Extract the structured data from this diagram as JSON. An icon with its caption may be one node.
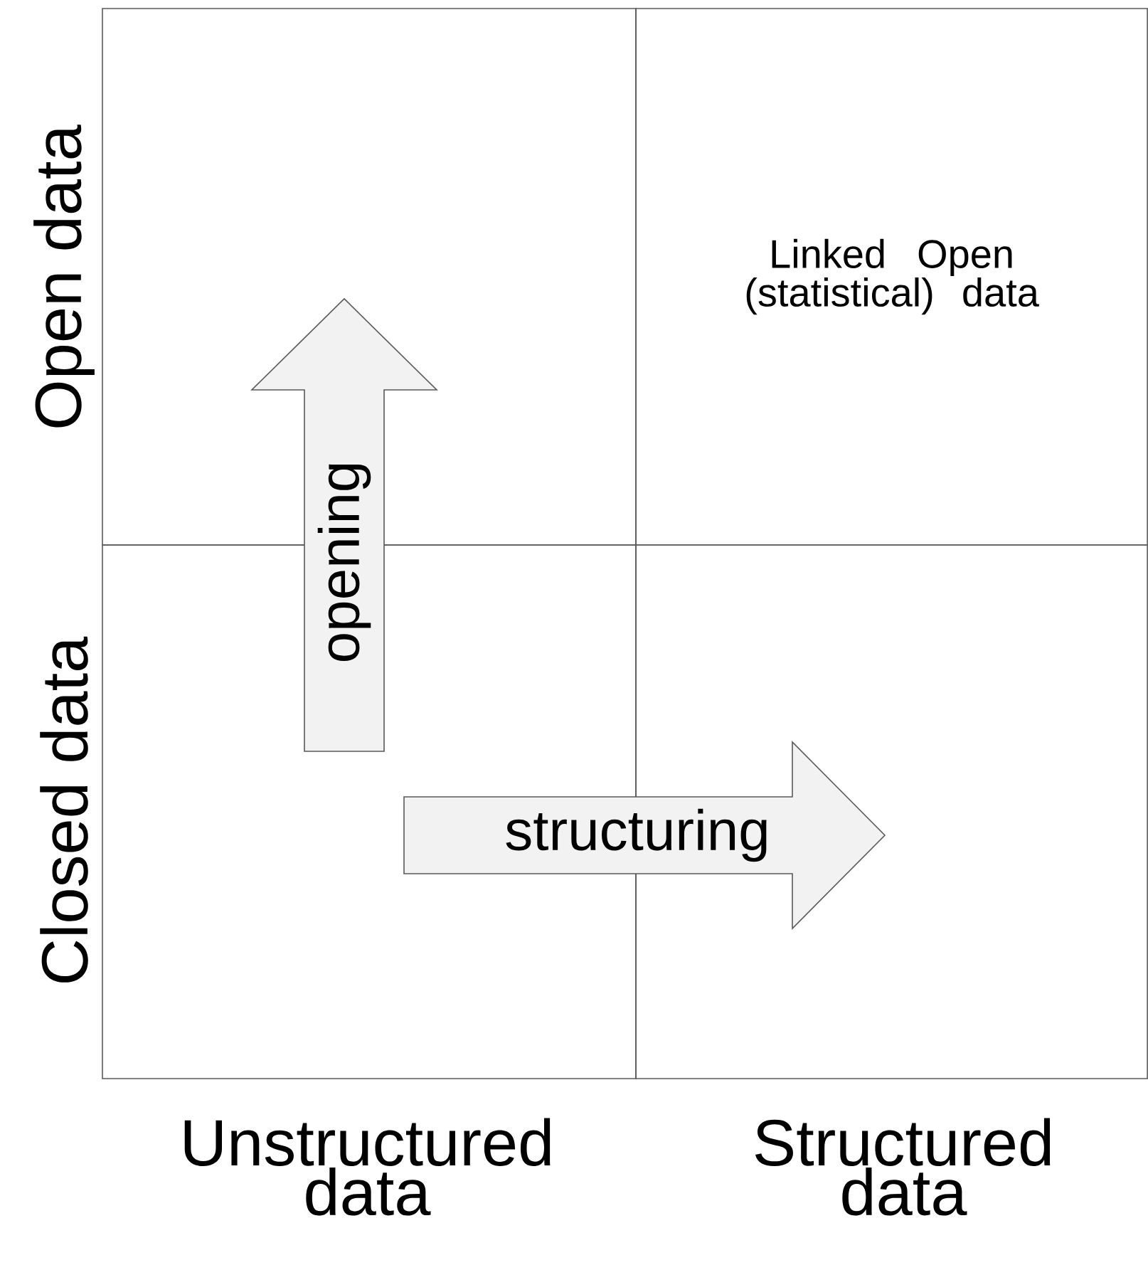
{
  "diagram": {
    "nodes": [
      {
        "text": [],
        "shape": "box"
      },
      {
        "text": [
          "Linked Open (statistical) data"
        ]
      },
      {
        "text": [],
        "shape": "box"
      },
      {
        "text": [],
        "shape": "box"
      },
      {
        "text": [
          "opening"
        ]
      },
      {
        "text": [
          "structuring"
        ]
      }
    ],
    "labels": [
      "Open data",
      "Closed data",
      "Unstructured data",
      "Structured data"
    ]
  }
}
